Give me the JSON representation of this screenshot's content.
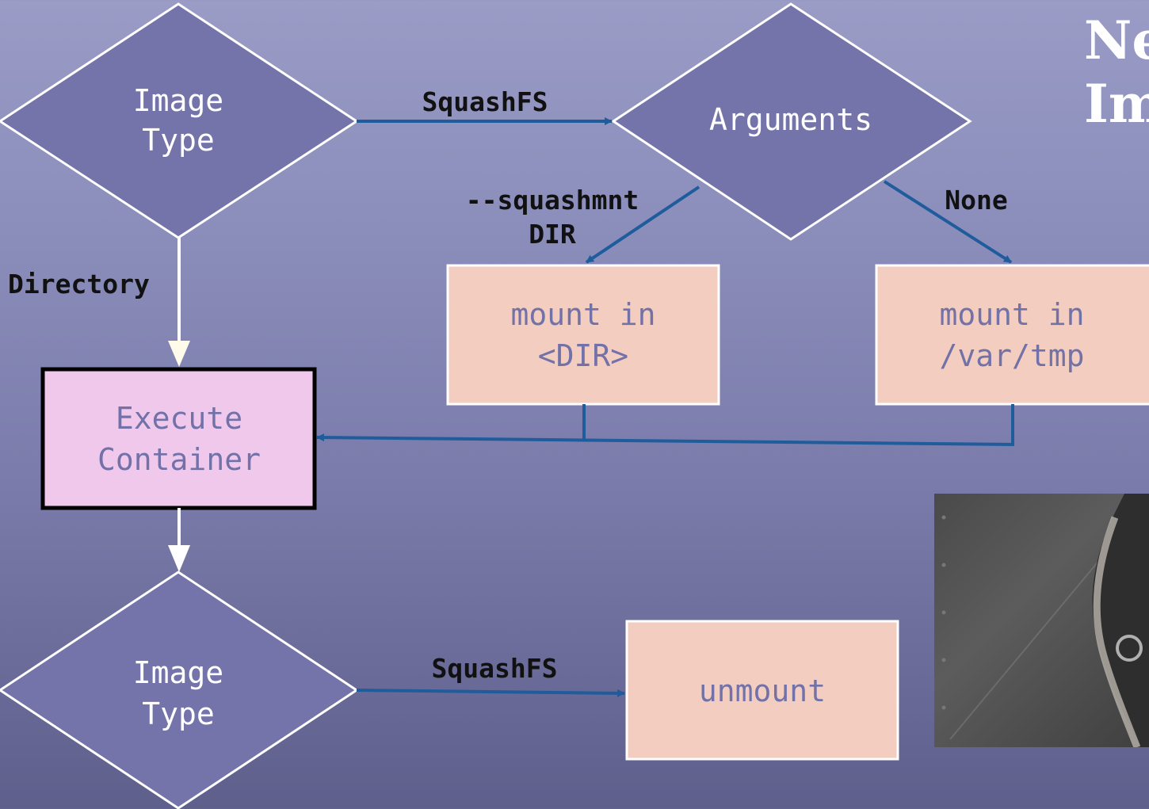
{
  "title": {
    "line1": "Ne",
    "line2": "Im"
  },
  "nodes": {
    "decision_top_label": [
      "Image",
      "Type"
    ],
    "decision_args_label": [
      "Arguments"
    ],
    "mount_dir_label": [
      "mount in",
      "<DIR>"
    ],
    "mount_tmp_label": [
      "mount in",
      "/var/tmp"
    ],
    "execute_label": [
      "Execute",
      "Container"
    ],
    "decision_bottom_label": [
      "Image",
      "Type"
    ],
    "unmount_label": [
      "unmount"
    ]
  },
  "edges": {
    "squashfs_top": "SquashFS",
    "squashmnt": [
      "--squashmnt",
      "DIR"
    ],
    "none": "None",
    "directory": "Directory",
    "squashfs_bottom": "SquashFS"
  },
  "colors": {
    "diamond_fill": "#7474aa",
    "box_fill": "#f3cdc0",
    "execute_fill": "#f0c8ec",
    "text_purple": "#7272a8",
    "arrow_blue": "#1f5c9c",
    "arrow_white": "#ffffff"
  }
}
